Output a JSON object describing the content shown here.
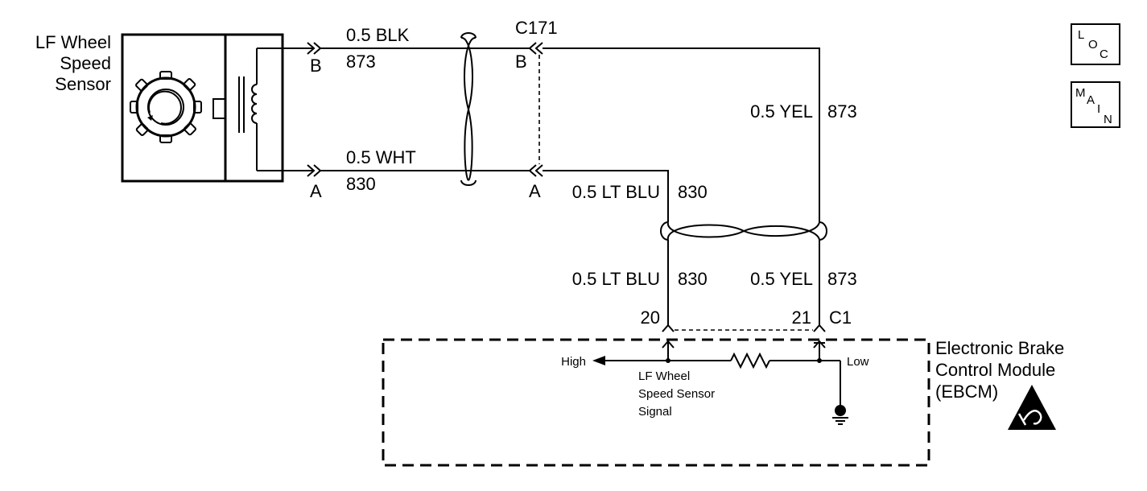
{
  "sensor": {
    "title_line1": "LF Wheel",
    "title_line2": "Speed",
    "title_line3": "Sensor",
    "pin_b": "B",
    "pin_a": "A"
  },
  "wires": {
    "blk_gauge": "0.5 BLK",
    "blk_circuit": "873",
    "wht_gauge": "0.5 WHT",
    "wht_circuit": "830",
    "yel_upper_gauge": "0.5 YEL",
    "yel_upper_circuit": "873",
    "ltblu_upper_gauge": "0.5 LT BLU",
    "ltblu_upper_circuit": "830",
    "ltblu_lower_gauge": "0.5 LT BLU",
    "ltblu_lower_circuit": "830",
    "yel_lower_gauge": "0.5 YEL",
    "yel_lower_circuit": "873"
  },
  "connector_c171": {
    "name": "C171",
    "pin_b": "B",
    "pin_a": "A"
  },
  "connector_c1": {
    "name": "C1",
    "pin_20": "20",
    "pin_21": "21"
  },
  "ebcm": {
    "title_line1": "Electronic Brake",
    "title_line2": "Control Module",
    "title_line3": "(EBCM)",
    "high": "High",
    "low": "Low",
    "signal_line1": "LF Wheel",
    "signal_line2": "Speed Sensor",
    "signal_line3": "Signal"
  },
  "buttons": {
    "loc_l": "L",
    "loc_o": "O",
    "loc_c": "C",
    "main_m": "M",
    "main_a": "A",
    "main_i": "I",
    "main_n": "N"
  },
  "icons": {
    "esd": "esd-warning-icon",
    "ground": "ground-icon",
    "resistor": "resistor-icon",
    "tone_wheel": "tone-wheel-icon",
    "coil": "coil-icon"
  }
}
